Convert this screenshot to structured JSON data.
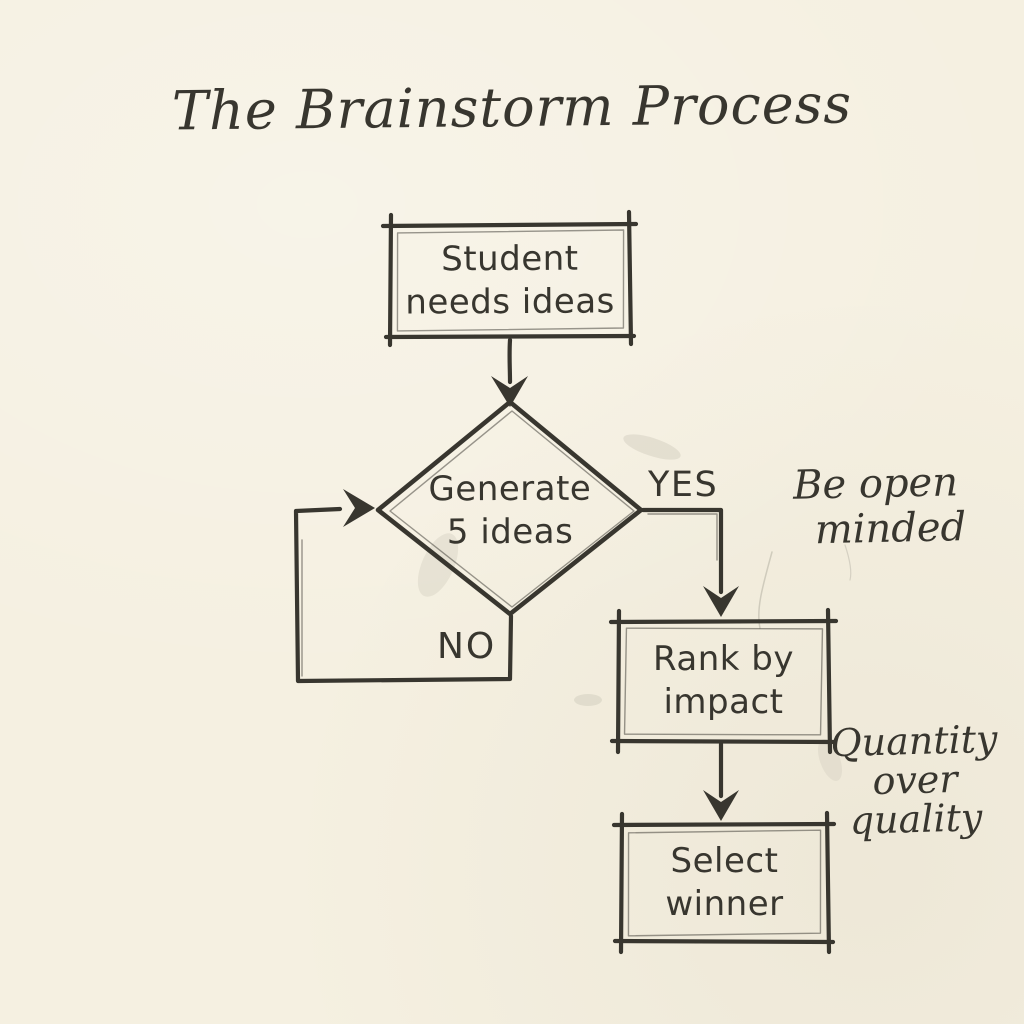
{
  "title": "The Brainstorm Process",
  "colors": {
    "paper": "#f5f0e1",
    "ink": "#38362f"
  },
  "flowchart": {
    "nodes": {
      "student": {
        "type": "process",
        "label": "Student needs ideas",
        "lines": [
          "Student",
          "needs ideas"
        ]
      },
      "generate": {
        "type": "decision",
        "label": "Generate 5 ideas",
        "lines": [
          "Generate",
          "5 ideas"
        ]
      },
      "rank": {
        "type": "process",
        "label": "Rank by impact",
        "lines": [
          "Rank by",
          "impact"
        ]
      },
      "select": {
        "type": "process",
        "label": "Select winner",
        "lines": [
          "Select",
          "winner"
        ]
      }
    },
    "edges": [
      {
        "from": "student",
        "to": "generate",
        "label": ""
      },
      {
        "from": "generate",
        "to": "rank",
        "label": "YES"
      },
      {
        "from": "generate",
        "to": "generate",
        "label": "NO"
      },
      {
        "from": "rank",
        "to": "select",
        "label": ""
      }
    ],
    "edge_labels": {
      "yes": "YES",
      "no": "NO"
    }
  },
  "annotations": {
    "open_minded": {
      "text": "Be open minded",
      "lines": [
        "Be open",
        "minded"
      ]
    },
    "quantity_over_quality": {
      "text": "Quantity over quality",
      "lines": [
        "Quantity",
        "over",
        "quality"
      ]
    }
  }
}
